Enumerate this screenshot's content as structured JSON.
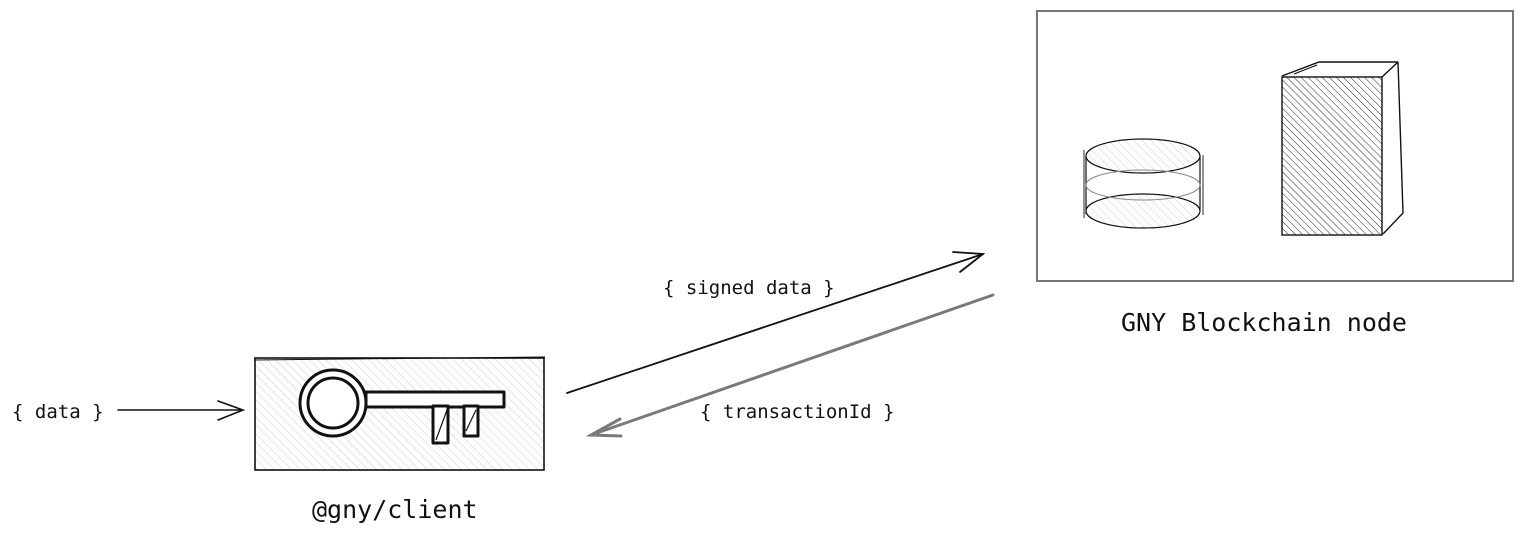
{
  "labels": {
    "input": "{ data }",
    "signed": "{ signed data }",
    "response": "{ transactionId }",
    "client": "@gny/client",
    "node": "GNY Blockchain node"
  },
  "icons": {
    "client": "key-icon",
    "node_db": "database-icon",
    "node_block": "block-icon"
  },
  "colors": {
    "stroke": "#111111",
    "hatch_light": "#cfcfcf",
    "hatch_dark": "#2a2a2a",
    "response_arrow": "#7a7a7a",
    "frame": "#777777"
  }
}
